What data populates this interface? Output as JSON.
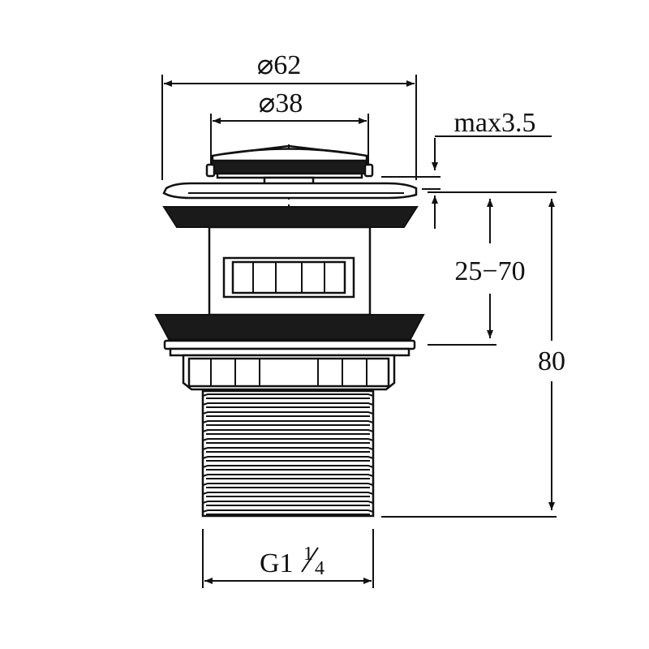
{
  "dimensions": {
    "diameter_outer": "62",
    "diameter_inner": "38",
    "flange_thickness": "max3.5",
    "clamping_range": "25−70",
    "total_height": "80",
    "thread_prefix": "G1",
    "thread_numerator": "1",
    "thread_denominator": "4"
  },
  "symbols": {
    "diameter": "⌀"
  },
  "colors": {
    "line": "#111111",
    "fill_dark": "#1a1a1a",
    "background": "#ffffff"
  }
}
